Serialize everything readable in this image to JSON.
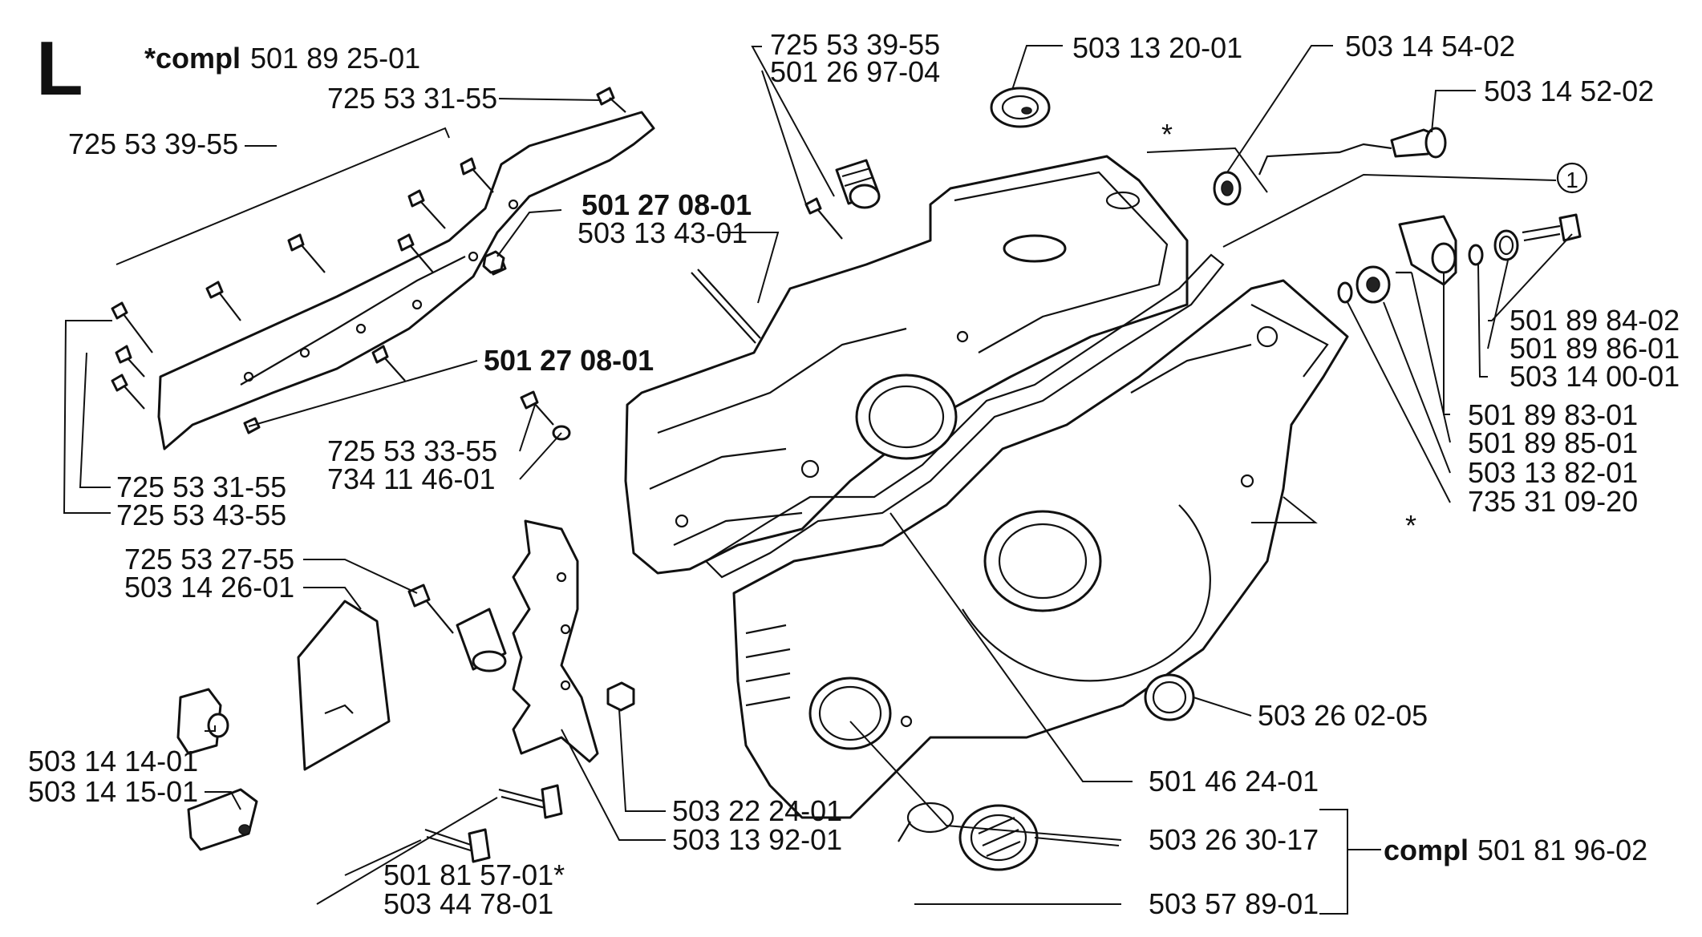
{
  "section": {
    "letter": "L"
  },
  "kit_top": {
    "prefix": "*compl",
    "number": "501 89 25-01"
  },
  "kit_bottom": {
    "prefix": "compl",
    "number": "501 81 96-02"
  },
  "callout": {
    "number": "1"
  },
  "asterisks": {
    "top": "*",
    "right": "*"
  },
  "labels": {
    "l01": "725 53 31-55",
    "l02": "725 53 39-55",
    "l03": "501 27 08-01",
    "l04": "503 13 43-01",
    "l05": "501 27 08-01",
    "l06": "725 53 33-55",
    "l07": "734 11 46-01",
    "l08": "725 53 31-55",
    "l09": "725 53 43-55",
    "l10": "725 53 39-55",
    "l11": "501 26 97-04",
    "l12": "503 13 20-01",
    "l13": "503 14 54-02",
    "l14": "503 14 52-02",
    "l15": "501 89 84-02",
    "l16": "501 89 86-01",
    "l17": "503 14 00-01",
    "l18": "501 89 83-01",
    "l19": "501 89 85-01",
    "l20": "503 13 82-01",
    "l21": "735 31 09-20",
    "l22": "725 53 27-55",
    "l23": "503 14 26-01",
    "l24": "503 14 14-01",
    "l25": "503 14 15-01",
    "l26": "503 22 24-01",
    "l27": "503 13 92-01",
    "l28": "501 81 57-01*",
    "l29": "503 44 78-01",
    "l30": "503 26 02-05",
    "l31": "501 46 24-01",
    "l32": "503 26 30-17",
    "l33": "503 57 89-01"
  }
}
